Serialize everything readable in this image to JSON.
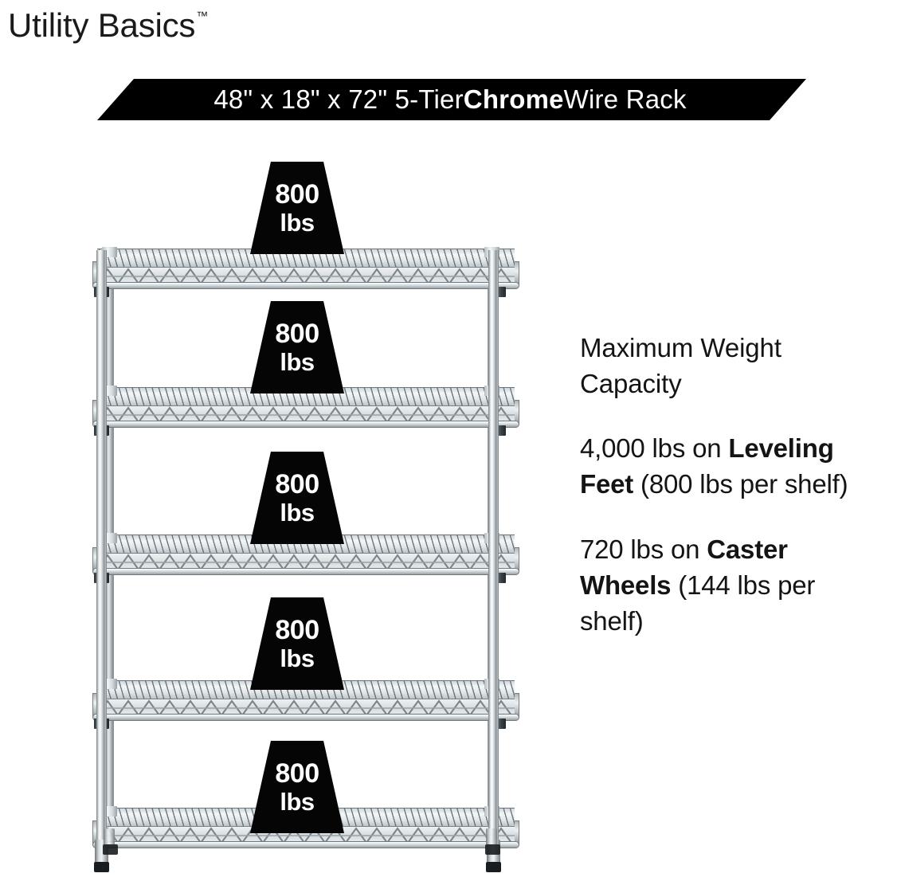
{
  "brand": {
    "name": "Utility Basics",
    "trademark": "™"
  },
  "banner": {
    "prefix": "48\" x 18\" x 72\" 5-Tier ",
    "emphasis": "Chrome",
    "suffix": " Wire Rack",
    "background_color": "#000000",
    "text_color": "#ffffff"
  },
  "info": {
    "heading": "Maximum Weight Capacity",
    "paragraphs": [
      {
        "lead": "4,000 lbs on ",
        "emphasis": "Leveling Feet",
        "tail": " (800 lbs per shelf)"
      },
      {
        "lead": "720 lbs on ",
        "emphasis": "Caster Wheels",
        "tail": " (144 lbs per shelf)"
      }
    ]
  },
  "rack": {
    "tier_count": 5,
    "finish": "chrome",
    "badge_value": "800",
    "badge_unit": "lbs",
    "badge_color": "#050505",
    "badge_text_color": "#ffffff",
    "badges": [
      {
        "value": "800",
        "unit": "lbs"
      },
      {
        "value": "800",
        "unit": "lbs"
      },
      {
        "value": "800",
        "unit": "lbs"
      },
      {
        "value": "800",
        "unit": "lbs"
      },
      {
        "value": "800",
        "unit": "lbs"
      }
    ]
  }
}
